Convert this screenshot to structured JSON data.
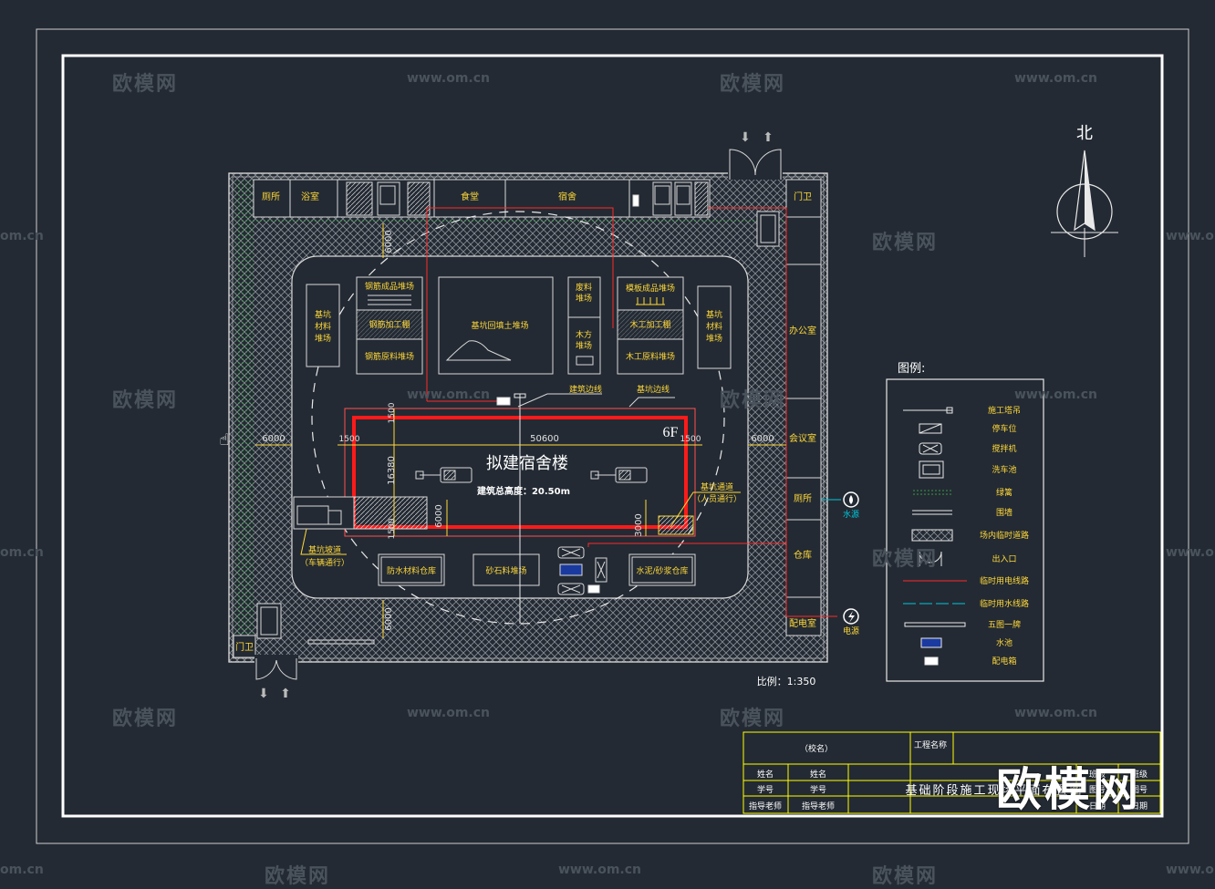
{
  "north_label": "北",
  "legend_title": "图例:",
  "scale": "比例：1:350",
  "building": {
    "name": "拟建宿舍楼",
    "height": "建筑总高度：20.50m",
    "floors": "6F"
  },
  "rooms_top": [
    "厕所",
    "浴室",
    "食堂",
    "宿舍"
  ],
  "rooms_right": [
    "门卫",
    "办公室",
    "会议室",
    "厕所",
    "仓库",
    "配电室"
  ],
  "gate_bottom": "门卫",
  "yards": {
    "rebar_finished": "钢筋成品堆场",
    "rebar_shed": "钢筋加工棚",
    "rebar_raw": "钢筋原料堆场",
    "pit_material_left": [
      "基坑",
      "材料",
      "堆场"
    ],
    "backfill": "基坑回填土堆场",
    "waste": [
      "废料",
      "堆场"
    ],
    "timber": [
      "木方",
      "堆场"
    ],
    "formwork": "模板成品堆场",
    "wood_shed": "木工加工棚",
    "wood_raw": "木工原料堆场",
    "pit_material_right": [
      "基坑",
      "材料",
      "堆场"
    ],
    "waterproof": "防水材料仓库",
    "sand": "砂石料堆场",
    "cement": "水泥/砂浆仓库"
  },
  "labels": {
    "building_line": "建筑边线",
    "pit_line": "基坑边线",
    "ramp_vehicle": [
      "基坑坡道",
      "（车辆通行）"
    ],
    "ramp_people": [
      "基坑通道",
      "（人员通行）"
    ],
    "water_source": "水源",
    "power_source": "电源"
  },
  "dims": {
    "d6000": "6000",
    "d1500": "1500",
    "d50600": "50600",
    "d16380": "16380",
    "d3000": "3000"
  },
  "legend": [
    {
      "icon": "crane",
      "label": "施工塔吊"
    },
    {
      "icon": "parking",
      "label": "停车位"
    },
    {
      "icon": "mixer",
      "label": "搅拌机"
    },
    {
      "icon": "wash",
      "label": "洗车池"
    },
    {
      "icon": "green",
      "label": "绿篱"
    },
    {
      "icon": "wall",
      "label": "围墙"
    },
    {
      "icon": "road",
      "label": "场内临时道路"
    },
    {
      "icon": "gate",
      "label": "出入口"
    },
    {
      "icon": "power-line",
      "label": "临时用电线路"
    },
    {
      "icon": "water-line",
      "label": "临时用水线路"
    },
    {
      "icon": "board",
      "label": "五图一牌"
    },
    {
      "icon": "pool",
      "label": "水池"
    },
    {
      "icon": "dist-box",
      "label": "配电箱"
    }
  ],
  "title_block": {
    "school": "（校名）",
    "project_name_label": "工程名称",
    "drawing_title": "基础阶段施工现场平面布置图",
    "rows": [
      [
        "姓名",
        "姓名"
      ],
      [
        "学号",
        "学号"
      ],
      [
        "指导老师",
        "指导老师"
      ]
    ],
    "right_cells": [
      "班级",
      "班级",
      "图号",
      "图号",
      "日期",
      "日期"
    ]
  },
  "watermarks": {
    "brand": "欧模网",
    "url": "www.om.cn",
    "url_partial": "om.cn",
    "big": "欧模网"
  },
  "colors": {
    "background": "#232a33",
    "frame": "#ffffff",
    "structure": "#d8d8d8",
    "label": "#ffd83a",
    "dimension": "#ffd83a",
    "dim_text": "#e0e0e0",
    "power_line": "#ff2a2a",
    "water_line": "#00c8dc",
    "green": "#3ca64a",
    "building_red": "#ff1a1a",
    "title_frame": "#ffff00"
  }
}
